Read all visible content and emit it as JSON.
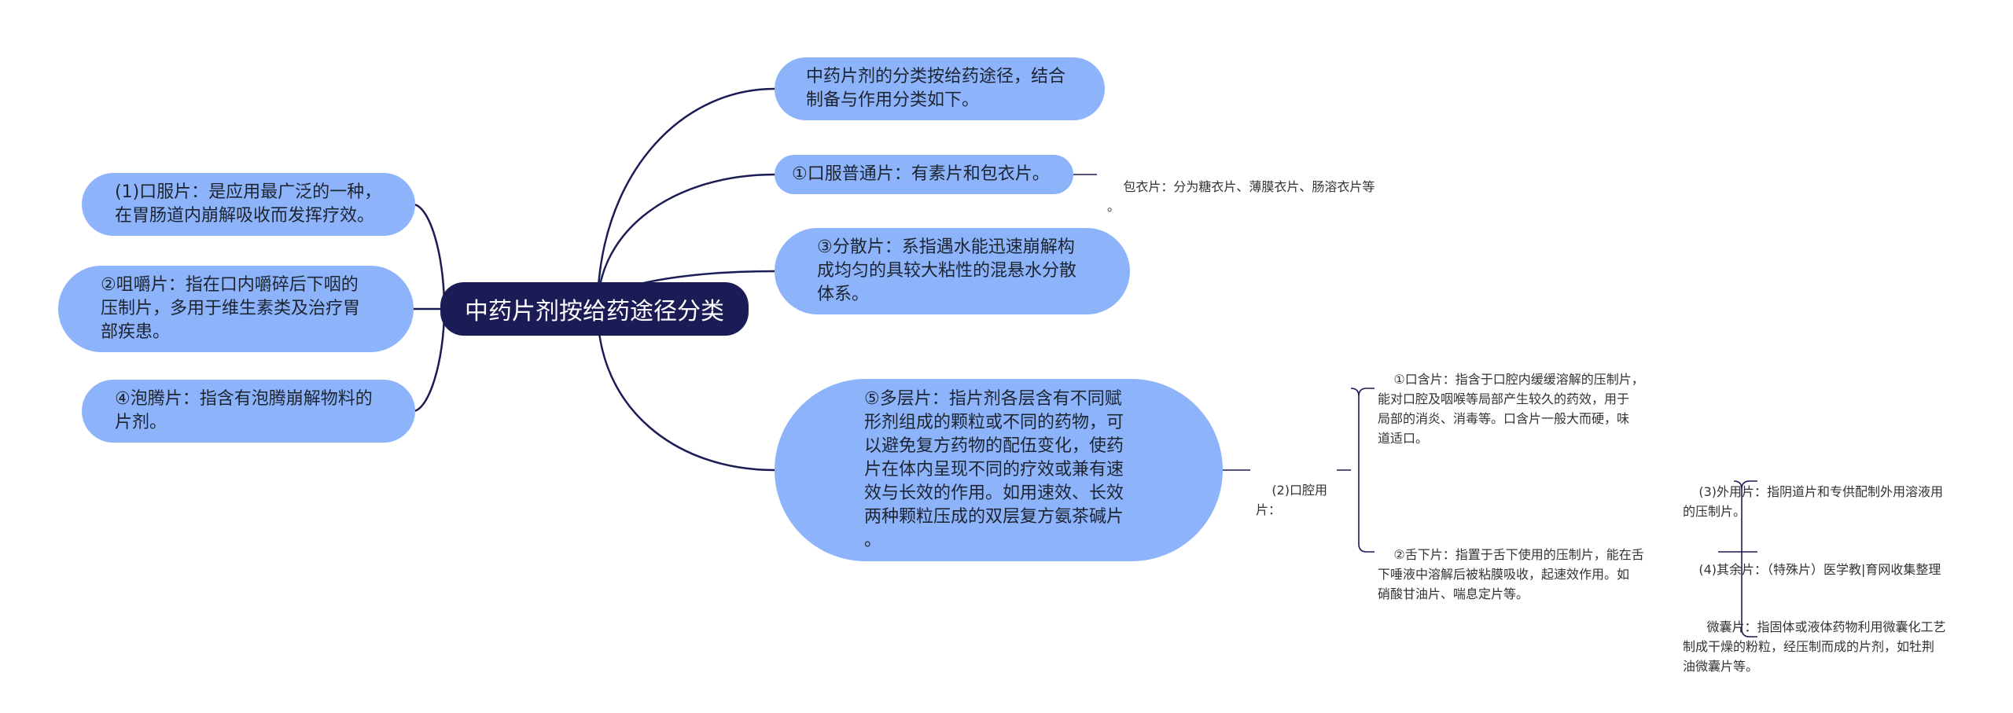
{
  "center": {
    "label": "中药片剂按给药途径分类"
  },
  "left_nodes": [
    {
      "label": "(1)口服片：是应用最广泛的一种，\n在胃肠道内崩解吸收而发挥疗效。"
    },
    {
      "label": "②咀嚼片：指在口内嚼碎后下咽的\n压制片，多用于维生素类及治疗胃\n部疾患。"
    },
    {
      "label": "④泡腾片：指含有泡腾崩解物料的\n片剂。"
    }
  ],
  "right_nodes": [
    {
      "label": "中药片剂的分类按给药途径，结合\n制备与作用分类如下。"
    },
    {
      "label": "①口服普通片：有素片和包衣片。"
    },
    {
      "label": "③分散片：系指遇水能迅速崩解构\n成均匀的具较大粘性的混悬水分散\n体系。"
    },
    {
      "label": "⑤多层片：指片剂各层含有不同赋\n形剂组成的颗粒或不同的药物，可\n以避免复方药物的配伍变化，使药\n片在体内呈现不同的疗效或兼有速\n效与长效的作用。如用速效、长效\n两种颗粒压成的双层复方氨茶碱片\n。"
    }
  ],
  "leaf_texts": {
    "coating": "包衣片：分为糖衣片、薄膜衣片、肠溶衣片等\n。",
    "oral_cavity": "(2)口腔用片：",
    "buccal": "①口含片：指含于口腔内缓缓溶解的压制片，\n能对口腔及咽喉等局部产生较久的药效，用于\n局部的消炎、消毒等。口含片一般大而硬，味\n道适口。",
    "sublingual": "②舌下片：指置于舌下使用的压制片，能在舌\n下唾液中溶解后被粘膜吸收，起速效作用。如\n硝酸甘油片、喘息定片等。",
    "external": "(3)外用片：指阴道片和专供配制外用溶液用\n的压制片。",
    "others": "(4)其余片：（特殊片）医学教|育网收集整理",
    "micro": "  微囊片：指固体或液体药物利用微囊化工艺\n制成干燥的粉粒，经压制而成的片剂，如牡荆\n油微囊片等。"
  },
  "colors": {
    "node_fill": "#8db4fb",
    "center_fill": "#1b1c55",
    "line": "#1b1c55",
    "text": "#222222"
  }
}
